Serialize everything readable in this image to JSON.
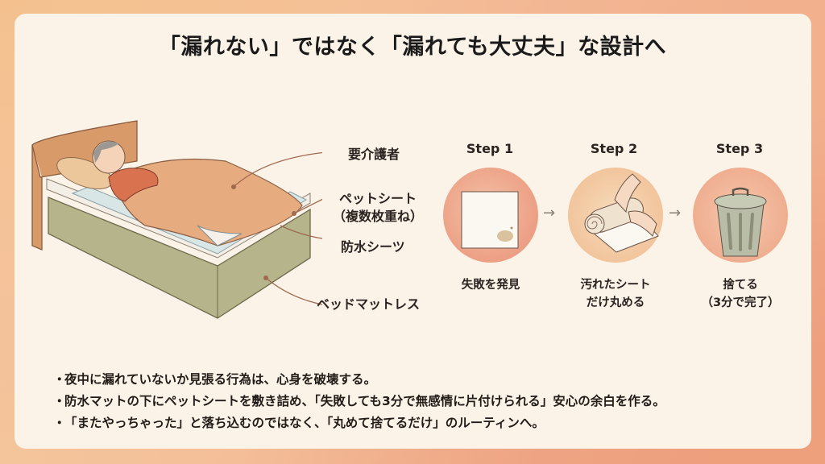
{
  "title": "「漏れない」ではなく「漏れても大丈夫」な設計へ",
  "diagram": {
    "callouts": [
      {
        "id": "caregivee",
        "label": "要介護者"
      },
      {
        "id": "pet-sheet",
        "label_line1": "ペットシート",
        "label_line2": "（複数枚重ね）"
      },
      {
        "id": "waterproof-sheet",
        "label": "防水シーツ"
      },
      {
        "id": "bed-mattress",
        "label": "ベッドマットレス"
      }
    ]
  },
  "steps": [
    {
      "label": "Step 1",
      "caption_line1": "失敗を発見",
      "caption_line2": "",
      "icon": "stained-sheet-icon",
      "color": "#ec9f84"
    },
    {
      "label": "Step 2",
      "caption_line1": "汚れたシート",
      "caption_line2": "だけ丸める",
      "icon": "rolling-sheet-icon",
      "color": "#f1c39a"
    },
    {
      "label": "Step 3",
      "caption_line1": "捨てる",
      "caption_line2": "（3分で完了）",
      "icon": "trash-can-icon",
      "color": "#efac8e"
    }
  ],
  "arrows": [
    "→",
    "→"
  ],
  "bullets": [
    "夜中に漏れていないか見張る行為は、心身を破壊する。",
    "防水マットの下にペットシートを敷き詰め、「失敗しても3分で無感情に片付けられる」安心の余白を作る。",
    "「またやっちゃった」と落ち込むのではなく、「丸めて捨てるだけ」のルーティンへ。"
  ],
  "bullet_marker": "・"
}
